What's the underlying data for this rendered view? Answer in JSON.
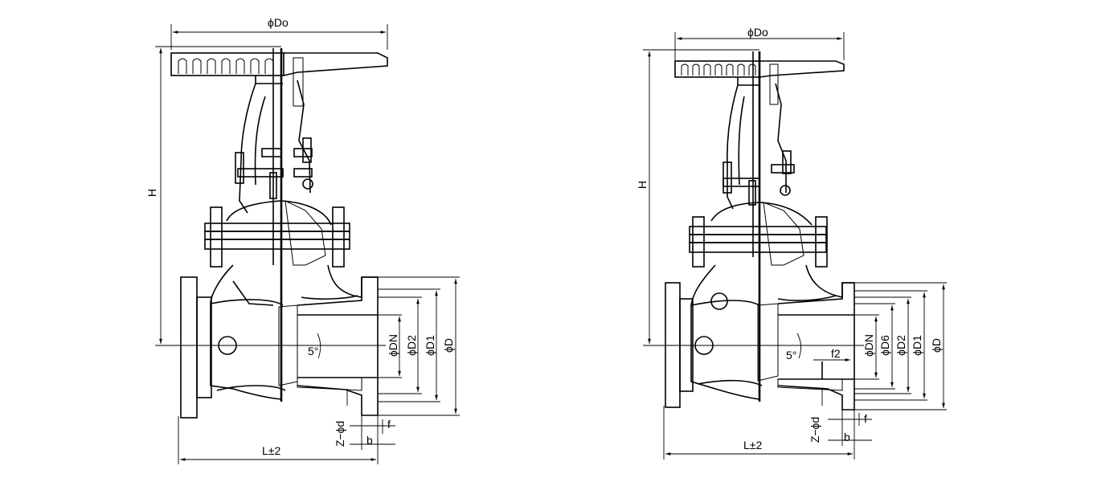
{
  "drawing_left": {
    "handwheel_diameter": "ϕDo",
    "height": "H",
    "length": "L±2",
    "dn": "ϕDN",
    "d2": "ϕD2",
    "d1": "ϕD1",
    "d": "ϕD",
    "angle": "5°",
    "bolt_holes": "Z−ϕd",
    "flange_thickness": "b",
    "raised_face": "f"
  },
  "drawing_right": {
    "handwheel_diameter": "ϕDo",
    "height": "H",
    "length": "L±2",
    "dn": "ϕDN",
    "d6": "ϕD6",
    "d2": "ϕD2",
    "d1": "ϕD1",
    "d": "ϕD",
    "angle": "5°",
    "recess": "f2",
    "bolt_holes": "Z−ϕd",
    "flange_thickness": "b",
    "raised_face": "f"
  }
}
